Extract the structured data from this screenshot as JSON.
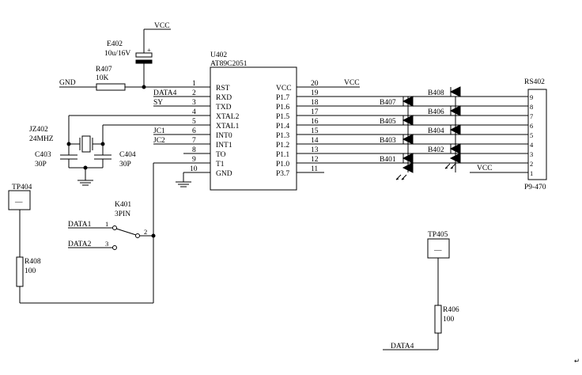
{
  "power": {
    "vcc_top": "VCC",
    "vcc_pin20": "VCC",
    "vcc_header": "VCC",
    "gnd": "GND"
  },
  "components": {
    "e402": {
      "ref": "E402",
      "value": "10u/16V",
      "plus": "+"
    },
    "r407": {
      "ref": "R407",
      "value": "10K"
    },
    "jz402": {
      "ref": "JZ402",
      "value": "24MHZ"
    },
    "c403": {
      "ref": "C403",
      "value": "30P"
    },
    "c404": {
      "ref": "C404",
      "value": "30P"
    },
    "tp404": {
      "ref": "TP404",
      "symbol": "—"
    },
    "tp405": {
      "ref": "TP405",
      "symbol": "—"
    },
    "r408": {
      "ref": "R408",
      "value": "100"
    },
    "r406": {
      "ref": "R406",
      "value": "100"
    },
    "k401": {
      "ref": "K401",
      "value": "3PIN",
      "pin1": "1",
      "pin2": "2",
      "pin3": "3"
    },
    "rs402": {
      "ref": "RS402",
      "value": "P9-470"
    }
  },
  "u402": {
    "ref": "U402",
    "part": "AT89C2051",
    "left_pins": [
      {
        "num": "1",
        "name": "RST"
      },
      {
        "num": "2",
        "name": "RXD"
      },
      {
        "num": "3",
        "name": "TXD"
      },
      {
        "num": "4",
        "name": "XTAL2"
      },
      {
        "num": "5",
        "name": "XTAL1"
      },
      {
        "num": "6",
        "name": "INT0"
      },
      {
        "num": "7",
        "name": "INT1"
      },
      {
        "num": "8",
        "name": "TO"
      },
      {
        "num": "9",
        "name": "T1"
      },
      {
        "num": "10",
        "name": "GND"
      }
    ],
    "right_pins": [
      {
        "num": "20",
        "name": "VCC"
      },
      {
        "num": "19",
        "name": "P1.7"
      },
      {
        "num": "18",
        "name": "P1.6"
      },
      {
        "num": "17",
        "name": "P1.5"
      },
      {
        "num": "16",
        "name": "P1.4"
      },
      {
        "num": "15",
        "name": "P1.3"
      },
      {
        "num": "14",
        "name": "P1.2"
      },
      {
        "num": "13",
        "name": "P1.1"
      },
      {
        "num": "12",
        "name": "P1.0"
      },
      {
        "num": "11",
        "name": "P3.7"
      }
    ]
  },
  "nets": {
    "data4_pin2": "DATA4",
    "sy_pin3": "SY",
    "jc1": "JC1",
    "jc2": "JC2",
    "data1": "DATA1",
    "data2": "DATA2",
    "data4_bottom": "DATA4"
  },
  "leds_left": [
    "B407",
    "B405",
    "B403",
    "B401"
  ],
  "leds_right": [
    "B408",
    "B406",
    "B404",
    "B402"
  ],
  "header_pins": [
    "9",
    "8",
    "7",
    "6",
    "5",
    "4",
    "3",
    "2",
    "1"
  ],
  "misc": {
    "return_mark": "↵"
  }
}
